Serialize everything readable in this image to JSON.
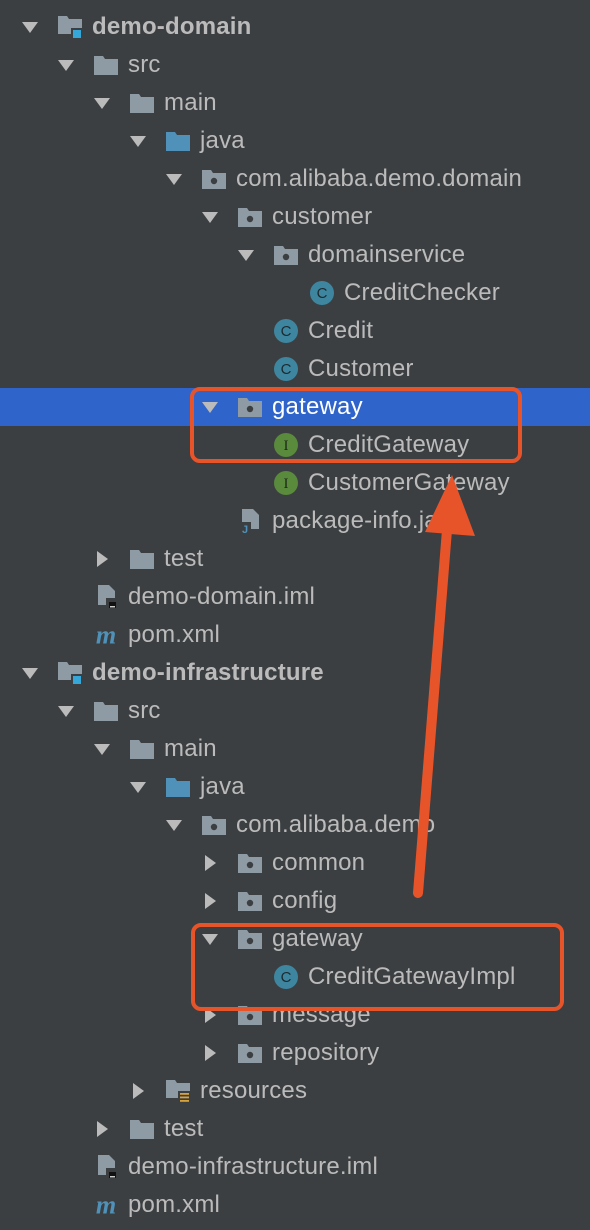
{
  "rows": [
    {
      "label": "demo-domain",
      "icon": "module-icon",
      "expand": "expanded",
      "bold": true,
      "selected": false
    },
    {
      "label": "src",
      "icon": "folder-icon",
      "expand": "expanded",
      "bold": false,
      "selected": false
    },
    {
      "label": "main",
      "icon": "folder-icon",
      "expand": "expanded",
      "bold": false,
      "selected": false
    },
    {
      "label": "java",
      "icon": "source-folder-icon",
      "expand": "expanded",
      "bold": false,
      "selected": false
    },
    {
      "label": "com.alibaba.demo.domain",
      "icon": "package-icon",
      "expand": "expanded",
      "bold": false,
      "selected": false
    },
    {
      "label": "customer",
      "icon": "package-icon",
      "expand": "expanded",
      "bold": false,
      "selected": false
    },
    {
      "label": "domainservice",
      "icon": "package-icon",
      "expand": "expanded",
      "bold": false,
      "selected": false
    },
    {
      "label": "CreditChecker",
      "icon": "class-icon",
      "expand": "none",
      "bold": false,
      "selected": false
    },
    {
      "label": "Credit",
      "icon": "class-icon",
      "expand": "none",
      "bold": false,
      "selected": false
    },
    {
      "label": "Customer",
      "icon": "class-icon",
      "expand": "none",
      "bold": false,
      "selected": false
    },
    {
      "label": "gateway",
      "icon": "package-icon",
      "expand": "expanded",
      "bold": false,
      "selected": true
    },
    {
      "label": "CreditGateway",
      "icon": "interface-icon",
      "expand": "none",
      "bold": false,
      "selected": false
    },
    {
      "label": "CustomerGateway",
      "icon": "interface-icon",
      "expand": "none",
      "bold": false,
      "selected": false
    },
    {
      "label": "package-info.java",
      "icon": "java-file-icon",
      "expand": "none",
      "bold": false,
      "selected": false
    },
    {
      "label": "test",
      "icon": "folder-icon",
      "expand": "collapsed",
      "bold": false,
      "selected": false
    },
    {
      "label": "demo-domain.iml",
      "icon": "iml-file-icon",
      "expand": "none",
      "bold": false,
      "selected": false
    },
    {
      "label": "pom.xml",
      "icon": "maven-icon",
      "expand": "none",
      "bold": false,
      "selected": false
    },
    {
      "label": "demo-infrastructure",
      "icon": "module-icon",
      "expand": "expanded",
      "bold": true,
      "selected": false
    },
    {
      "label": "src",
      "icon": "folder-icon",
      "expand": "expanded",
      "bold": false,
      "selected": false
    },
    {
      "label": "main",
      "icon": "folder-icon",
      "expand": "expanded",
      "bold": false,
      "selected": false
    },
    {
      "label": "java",
      "icon": "source-folder-icon",
      "expand": "expanded",
      "bold": false,
      "selected": false
    },
    {
      "label": "com.alibaba.demo",
      "icon": "package-icon",
      "expand": "expanded",
      "bold": false,
      "selected": false
    },
    {
      "label": "common",
      "icon": "package-icon",
      "expand": "collapsed",
      "bold": false,
      "selected": false
    },
    {
      "label": "config",
      "icon": "package-icon",
      "expand": "collapsed",
      "bold": false,
      "selected": false
    },
    {
      "label": "gateway",
      "icon": "package-icon",
      "expand": "expanded",
      "bold": false,
      "selected": false
    },
    {
      "label": "CreditGatewayImpl",
      "icon": "class-icon",
      "expand": "none",
      "bold": false,
      "selected": false
    },
    {
      "label": "message",
      "icon": "package-icon",
      "expand": "collapsed",
      "bold": false,
      "selected": false
    },
    {
      "label": "repository",
      "icon": "package-icon",
      "expand": "collapsed",
      "bold": false,
      "selected": false
    },
    {
      "label": "resources",
      "icon": "resources-folder-icon",
      "expand": "collapsed",
      "bold": false,
      "selected": false
    },
    {
      "label": "test",
      "icon": "folder-icon",
      "expand": "collapsed",
      "bold": false,
      "selected": false
    },
    {
      "label": "demo-infrastructure.iml",
      "icon": "iml-file-icon",
      "expand": "none",
      "bold": false,
      "selected": false
    },
    {
      "label": "pom.xml",
      "icon": "maven-icon",
      "expand": "none",
      "bold": false,
      "selected": false
    }
  ],
  "colors": {
    "background": "#3c3f41",
    "selection": "#2f65ca",
    "text": "#bbbbbb",
    "folder": "#8f9ba4",
    "source_folder": "#4f91b8",
    "class_badge": "#3e86a0",
    "interface_badge": "#5a8a3c",
    "annotation": "#e8542a"
  }
}
